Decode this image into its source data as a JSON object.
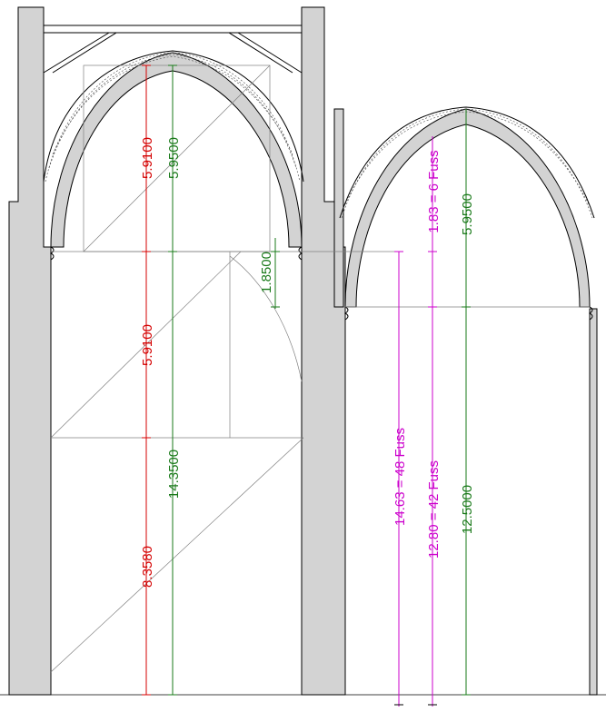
{
  "colors": {
    "pier_fill": "#d3d3d3",
    "outline": "#000000",
    "red": "#d40000",
    "green": "#1a7a1a",
    "magenta": "#cc00cc",
    "construction": "#808080"
  },
  "labels": {
    "red_upper": "5.9100",
    "red_middle": "5.9100",
    "red_lower": "8.3580",
    "green_nave_arch": "5.9500",
    "green_nave_step": "1.8500",
    "green_nave_lower": "14.3500",
    "green_aisle_arch": "5.9500",
    "green_aisle_lower": "12.5000",
    "magenta_aisle_arch": "1.83 = 6 Fuss",
    "magenta_total": "14.63 = 48 Fuss",
    "magenta_lower": "12.80 = 42 Fuss"
  }
}
